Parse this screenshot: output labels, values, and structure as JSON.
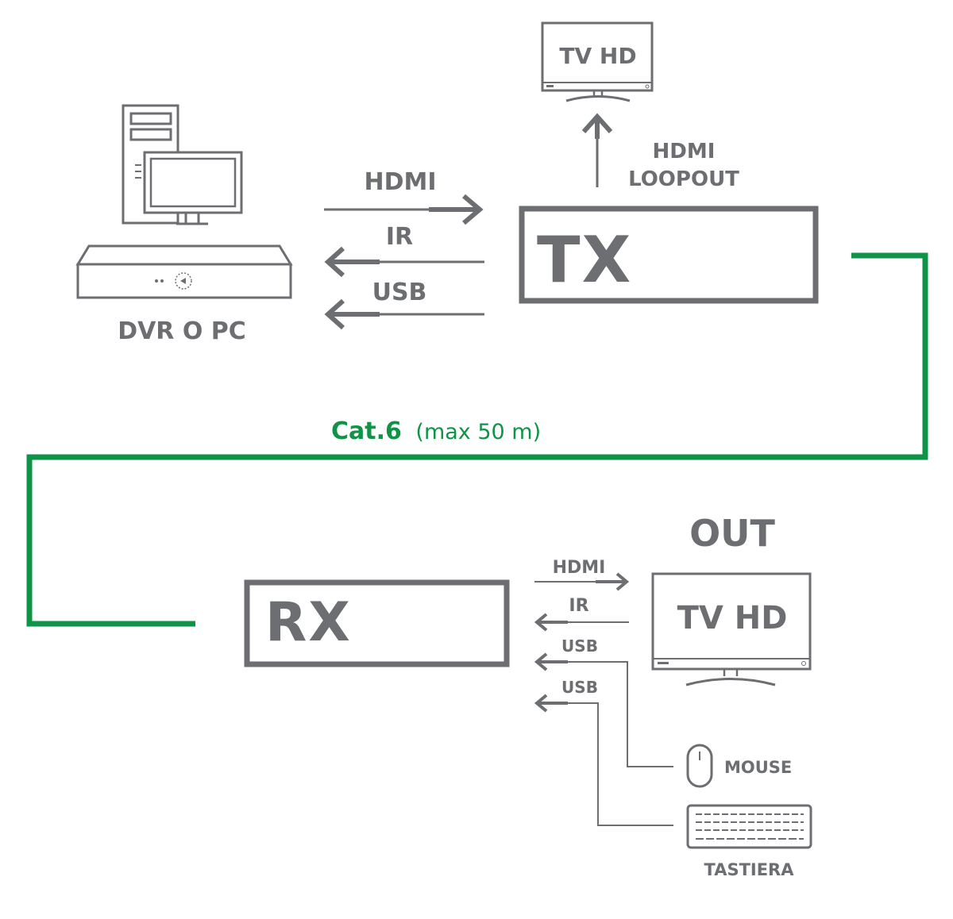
{
  "source": {
    "label": "DVR O PC"
  },
  "tx": {
    "label": "TX",
    "loopout_line1": "HDMI",
    "loopout_line2": "LOOPOUT",
    "tv_label": "TV HD",
    "signals": [
      {
        "label": "HDMI",
        "direction": "to-tx"
      },
      {
        "label": "IR",
        "direction": "to-source"
      },
      {
        "label": "USB",
        "direction": "to-source"
      }
    ]
  },
  "cable": {
    "name": "Cat.6",
    "spec": "(max 50 m)",
    "color": "#0f9447"
  },
  "rx": {
    "label": "RX",
    "out_label": "OUT",
    "tv_label": "TV HD",
    "signals": [
      {
        "label": "HDMI",
        "direction": "to-tv"
      },
      {
        "label": "IR",
        "direction": "to-rx"
      },
      {
        "label": "USB",
        "direction": "to-rx"
      },
      {
        "label": "USB",
        "direction": "to-rx"
      }
    ],
    "mouse_label": "MOUSE",
    "keyboard_label": "TASTIERA"
  },
  "colors": {
    "ink": "#6d6e71",
    "accent_green": "#0f9447",
    "background": "#ffffff"
  }
}
